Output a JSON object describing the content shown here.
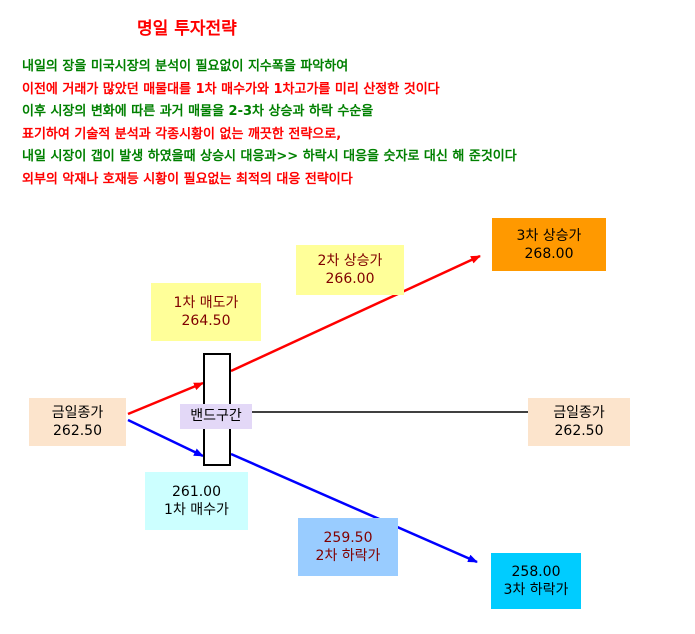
{
  "title": "명일 투자전략",
  "colors": {
    "title": "#ff0000",
    "green_text": "#008000",
    "red_text": "#ff0000",
    "up_arrow": "#ff0000",
    "down_arrow": "#0000ff",
    "flat_line": "#000000"
  },
  "intro_lines": [
    {
      "text": "내일의 장을 미국시장의 분석이 필요없이 지수폭을 파악하여",
      "color": "#008000"
    },
    {
      "text": "이전에 거래가 많았던 매물대를 1차 매수가와 1차고가를 미리 산정한 것이다",
      "color": "#ff0000"
    },
    {
      "text": "이후 시장의 변화에 따른 과거 매물을 2-3차 상승과 하락 수순을",
      "color": "#008000"
    },
    {
      "text": "표기하여 기술적  분석과 각종시황이 없는 깨끗한 전략으로,",
      "color": "#ff0000"
    },
    {
      "text": "내일 시장이 갭이 발생 하였을때 상승시 대응과>> 하락시 대응을 숫자로 대신 해 준것이다",
      "color": "#008000"
    },
    {
      "text": "외부의 악재나 호재등  시황이 필요없는 최적의 대응 전략이다",
      "color": "#ff0000"
    }
  ],
  "band": {
    "label": "밴드구간"
  },
  "nodes": {
    "close_left": {
      "label": "금일종가",
      "value": "262.50"
    },
    "sell1": {
      "label": "1차 매도가",
      "value": "264.50"
    },
    "rise2": {
      "label": "2차 상승가",
      "value": "266.00"
    },
    "rise3": {
      "label": "3차 상승가",
      "value": "268.00"
    },
    "close_right": {
      "label": "금일종가",
      "value": "262.50"
    },
    "buy1": {
      "label": "1차 매수가",
      "value": "261.00"
    },
    "fall2": {
      "label": "2차 하락가",
      "value": "259.50"
    },
    "fall3": {
      "label": "3차 하락가",
      "value": "258.00"
    }
  }
}
